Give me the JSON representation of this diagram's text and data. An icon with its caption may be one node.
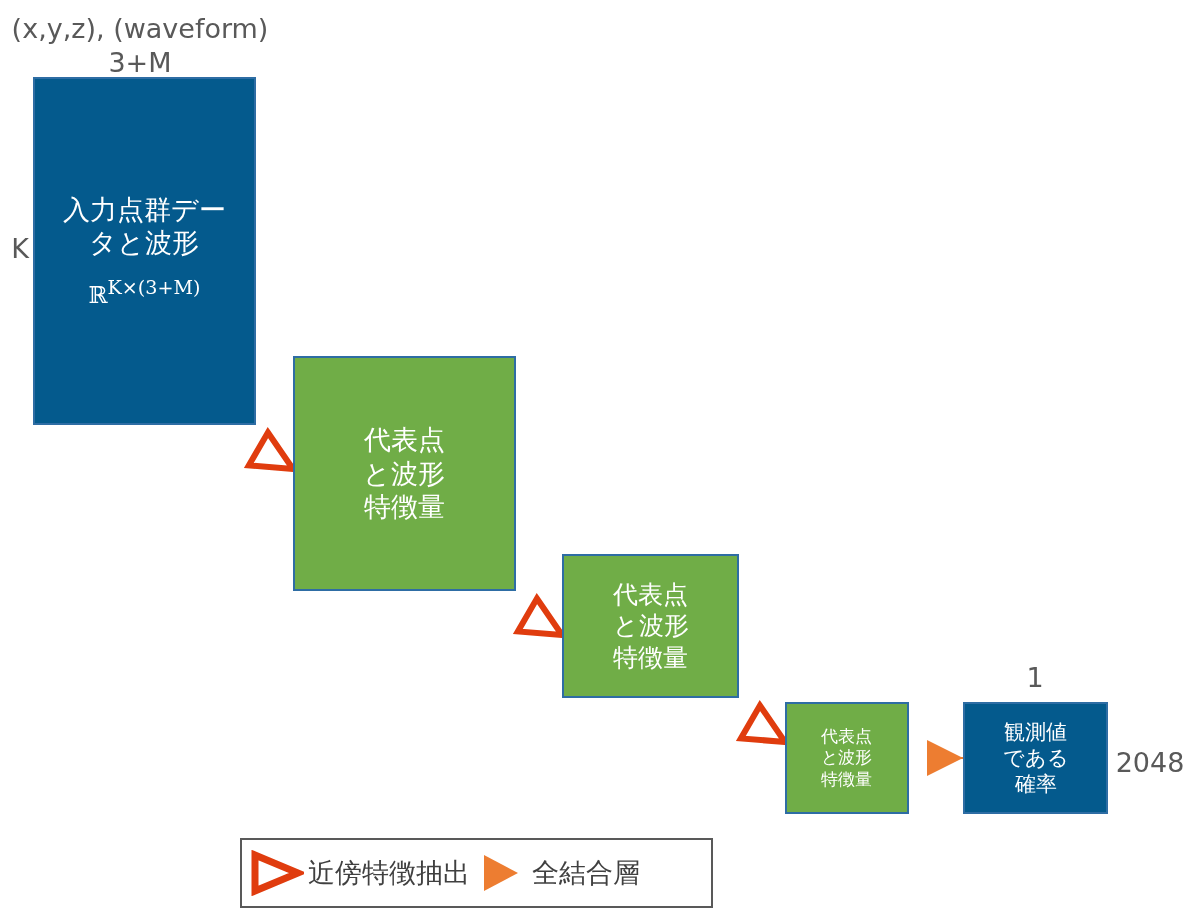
{
  "diagram": {
    "nodes": [
      {
        "text": [
          "入力点群データと波形",
          "ℝ$^{K×(3+M)}$"
        ],
        "beside": [
          "(x,y,z), (waveform)",
          "3+M",
          "K"
        ]
      },
      {
        "text": [
          "代表点と波形特徴量"
        ]
      },
      {
        "text": [
          "代表点と波形特徴量"
        ]
      },
      {
        "text": [
          "代表点と波形特徴量"
        ]
      },
      {
        "text": [
          "観測値である確率"
        ],
        "beside": [
          "1",
          "2048"
        ]
      }
    ],
    "edges": [
      {
        "from": 0,
        "to": 1,
        "arrow": "to"
      },
      {
        "from": 1,
        "to": 2,
        "arrow": "to"
      },
      {
        "from": 2,
        "to": 3,
        "arrow": "to"
      },
      {
        "from": 3,
        "to": 4,
        "arrow": "to",
        "color": "#ed7d31"
      }
    ],
    "legend": [
      {
        "text": "近傍特徴抽出"
      },
      {
        "text": "全結合層"
      }
    ]
  }
}
